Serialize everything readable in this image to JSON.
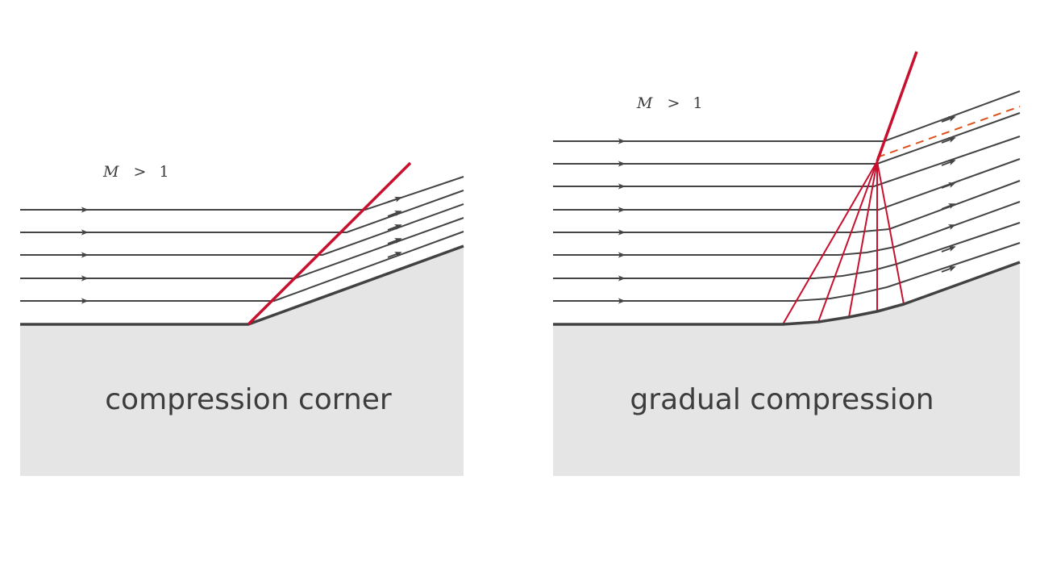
{
  "diagrams": [
    {
      "id": "corner",
      "caption": "compression corner",
      "condition": {
        "symbol": "M",
        "relation": ">",
        "value": "1"
      }
    },
    {
      "id": "gradual",
      "caption": "gradual compression",
      "condition": {
        "symbol": "M",
        "relation": ">",
        "value": "1"
      }
    }
  ],
  "colors": {
    "ground": "#e5e5e5",
    "wall": "#424242",
    "streamline": "#444444",
    "shock": "#c8102e",
    "dashed": "#d9541e",
    "text": "#3d3d3d"
  }
}
